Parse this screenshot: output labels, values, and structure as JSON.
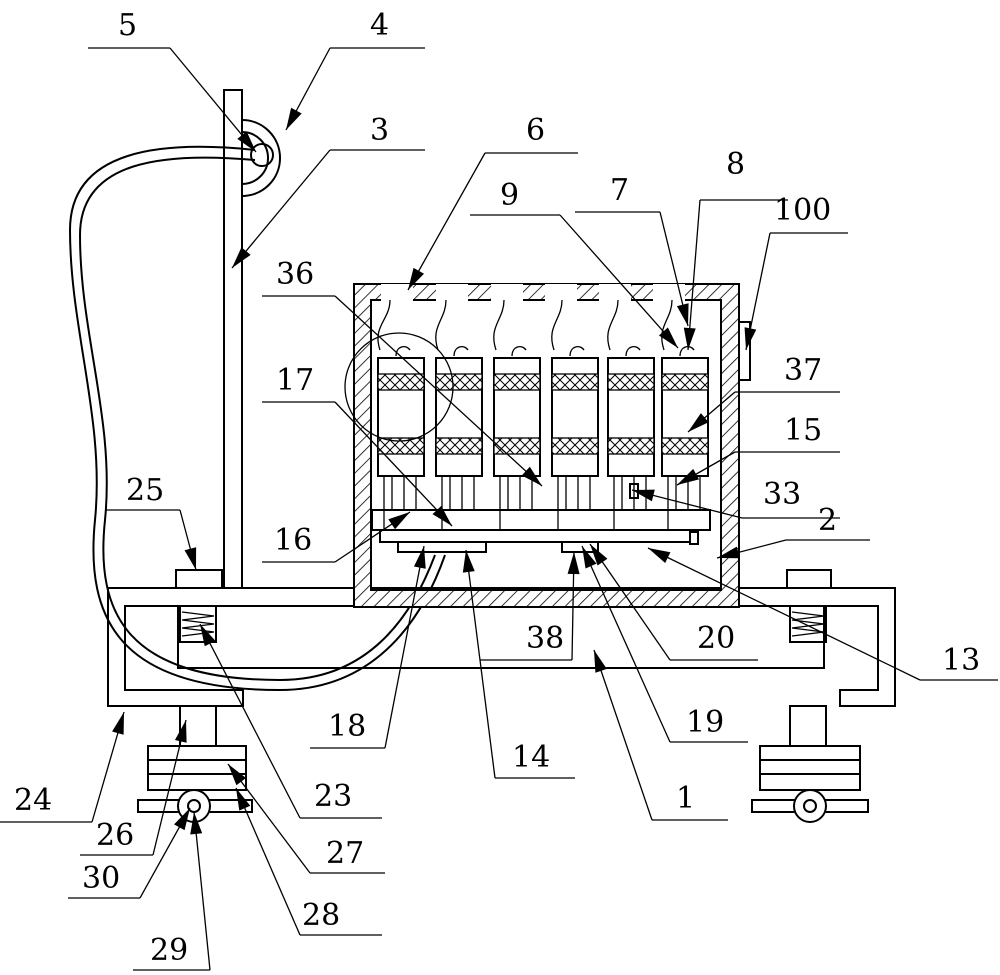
{
  "labels": [
    {
      "id": "5",
      "text": "5"
    },
    {
      "id": "4",
      "text": "4"
    },
    {
      "id": "3",
      "text": "3"
    },
    {
      "id": "6",
      "text": "6"
    },
    {
      "id": "9",
      "text": "9"
    },
    {
      "id": "7",
      "text": "7"
    },
    {
      "id": "8",
      "text": "8"
    },
    {
      "id": "100",
      "text": "100"
    },
    {
      "id": "36",
      "text": "36"
    },
    {
      "id": "37",
      "text": "37"
    },
    {
      "id": "17",
      "text": "17"
    },
    {
      "id": "15",
      "text": "15"
    },
    {
      "id": "25",
      "text": "25"
    },
    {
      "id": "33",
      "text": "33"
    },
    {
      "id": "16",
      "text": "16"
    },
    {
      "id": "2",
      "text": "2"
    },
    {
      "id": "38",
      "text": "38"
    },
    {
      "id": "20",
      "text": "20"
    },
    {
      "id": "13",
      "text": "13"
    },
    {
      "id": "18",
      "text": "18"
    },
    {
      "id": "19",
      "text": "19"
    },
    {
      "id": "14",
      "text": "14"
    },
    {
      "id": "24",
      "text": "24"
    },
    {
      "id": "23",
      "text": "23"
    },
    {
      "id": "1",
      "text": "1"
    },
    {
      "id": "26",
      "text": "26"
    },
    {
      "id": "27",
      "text": "27"
    },
    {
      "id": "30",
      "text": "30"
    },
    {
      "id": "28",
      "text": "28"
    },
    {
      "id": "29",
      "text": "29"
    }
  ]
}
